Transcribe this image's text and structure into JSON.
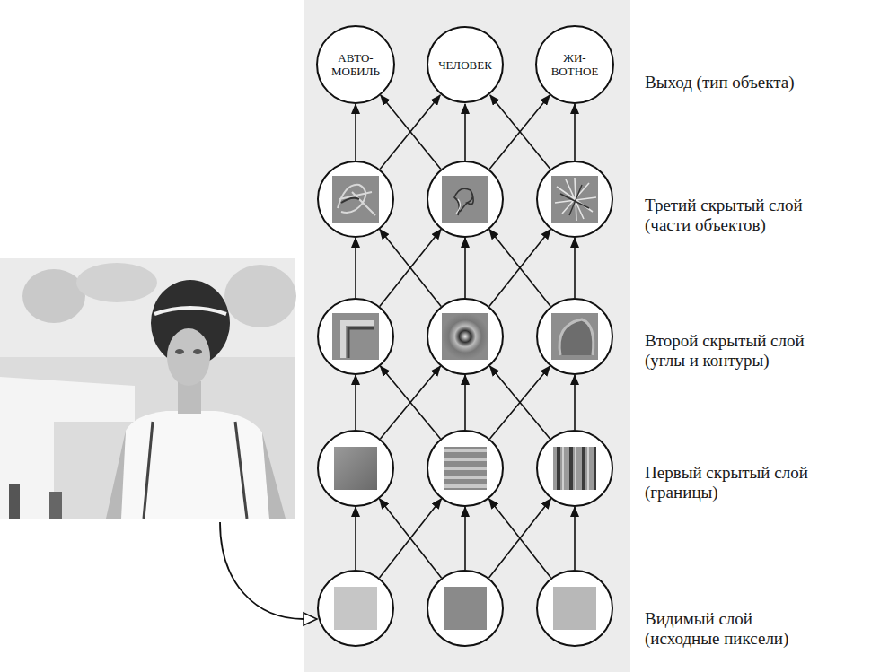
{
  "diagram": {
    "nodes": [
      {
        "text": [
          "АВТО- МОБИЛЬ"
        ]
      },
      {
        "text": [
          "ЧЕЛОВЕК"
        ]
      },
      {
        "text": [
          "ЖИ- ВОТНОЕ"
        ]
      }
    ],
    "labels": [
      "Выход (тип объекта)",
      "Третий скрытый слой (части объектов)",
      "Второй скрытый слой (углы и контуры)",
      "Первый скрытый слой (границы)",
      "Видимый слой (исходные пиксели)"
    ]
  }
}
